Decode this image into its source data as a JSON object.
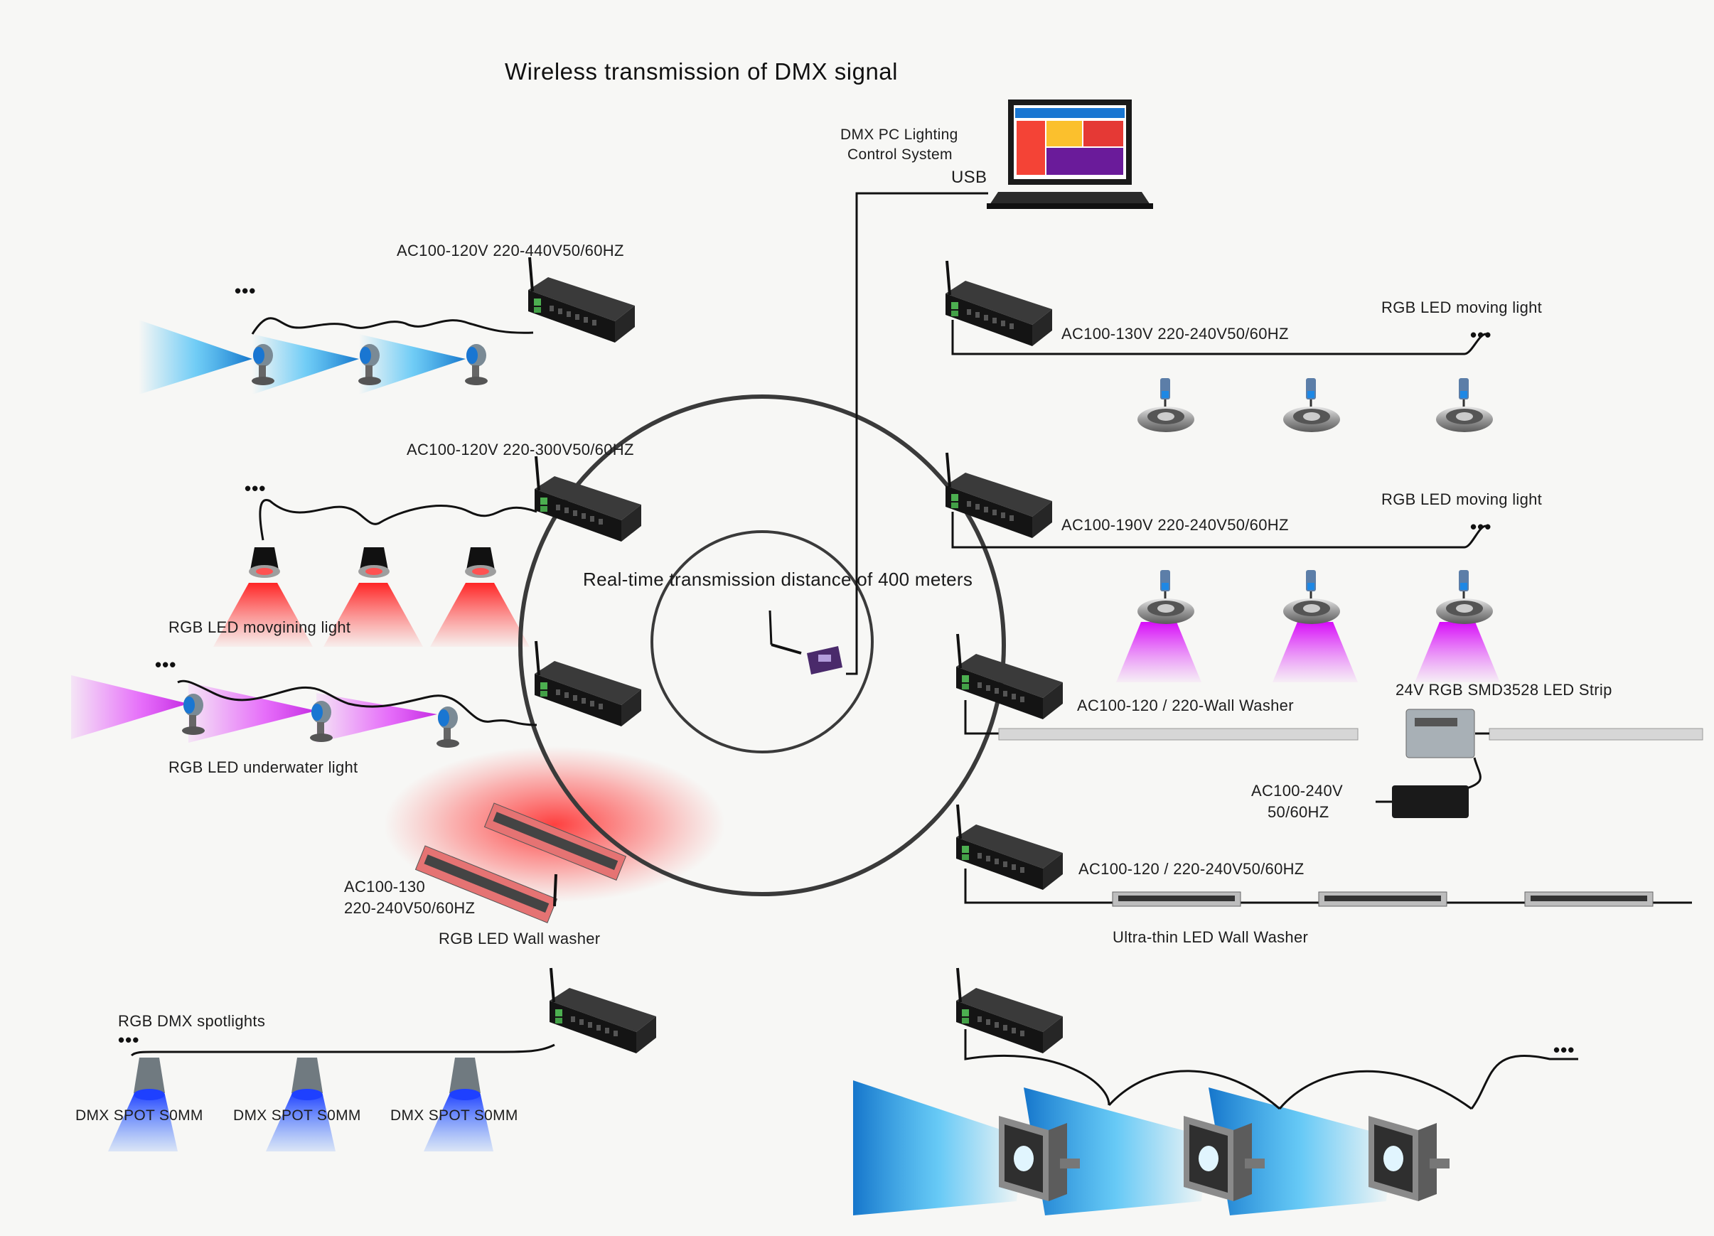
{
  "title": "Wireless transmission of DMX signal",
  "pc": {
    "label_line1": "DMX PC Lighting",
    "label_line2": "Control System",
    "usb_label": "USB"
  },
  "center_label": "Real-time transmission distance of 400 meters",
  "ellipsis": "•••",
  "left": {
    "group1_power": "AC100-120V 220-440V50/60HZ",
    "group2_power": "AC100-120V 220-300V50/60HZ",
    "group2_label": "RGB LED movgining light",
    "group3_label": "RGB LED underwater light",
    "group4_power_line1": "AC100-130",
    "group4_power_line2": "220-240V50/60HZ",
    "group4_label": "RGB LED Wall washer",
    "group5_label": "RGB DMX spotlights",
    "spot_labels": [
      "DMX SPOT S0MM",
      "DMX SPOT S0MM",
      "DMX SPOT S0MM"
    ]
  },
  "right": {
    "group1_power": "AC100-130V 220-240V50/60HZ",
    "group1_label": "RGB LED moving light",
    "group2_power": "AC100-190V 220-240V50/60HZ",
    "group2_label": "RGB LED moving light",
    "group3_power": "AC100-120 / 220-Wall Washer",
    "group3_strip_label": "24V RGB SMD3528 LED Strip",
    "group3_adapter_line1": "AC100-240V",
    "group3_adapter_line2": "50/60HZ",
    "group4_power": "AC100-120 / 220-240V50/60HZ",
    "group4_label": "Ultra-thin LED Wall Washer"
  },
  "colors": {
    "background": "#f7f7f5",
    "cyan_beam": "#29b6f6",
    "red_beam": "#ff2a2a",
    "magenta_beam": "#e040fb",
    "blue_beam": "#1e5bff",
    "device": "#1c1c1c",
    "cable": "#111111"
  }
}
